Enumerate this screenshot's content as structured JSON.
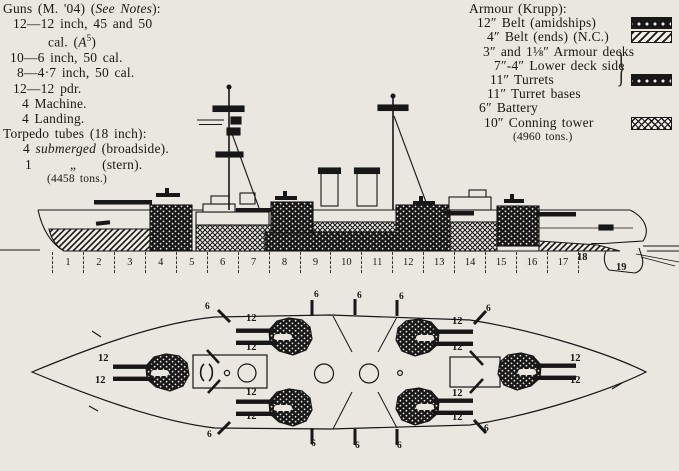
{
  "colors": {
    "paper": "#e9e7df",
    "ink": "#171717"
  },
  "guns": {
    "h_pre": "Guns (M. '04) (",
    "h_italic": "See Notes",
    "h_post": "):",
    "l1": "12—12 inch, 45 and 50",
    "l2_pre": "cal. (",
    "l2_it": "A",
    "l2_sup": "5",
    "l2_post": ")",
    "l3": "10—6 inch, 50 cal.",
    "l4": "8—4·7 inch, 50 cal.",
    "l5": "12—12 pdr.",
    "l6": "4 Machine.",
    "l7": "4 Landing."
  },
  "torpedo": {
    "heading": "Torpedo tubes (18 inch):",
    "l1_pre": "4 ",
    "l1_italic": "submerged",
    "l1_post": " (broadside).",
    "l2_num": "1",
    "l2_ditto": "„",
    "l2_post": "(stern).",
    "tons": "(4458 tons.)"
  },
  "armour": {
    "heading": "Armour (Krupp):",
    "items": [
      {
        "label": "12″ Belt (amidships)",
        "swatch": "dotted"
      },
      {
        "label": "4″ Belt (ends) (N.C.)",
        "swatch": "hatch"
      },
      {
        "label": "3″ and 1⅛″ Armour decks",
        "swatch": ""
      },
      {
        "label": "7″-4″ Lower deck side",
        "swatch": ""
      },
      {
        "label": "11″ Turrets",
        "swatch": "dotted"
      },
      {
        "label": "11″ Turret bases",
        "swatch": ""
      },
      {
        "label": "6″ Battery",
        "swatch": ""
      },
      {
        "label": "10″ Conning tower",
        "swatch": "crosshatch"
      }
    ],
    "bracket": "}",
    "tons": "(4960 tons.)"
  },
  "profile": {
    "stations": [
      "1",
      "2",
      "3",
      "4",
      "5",
      "6",
      "7",
      "8",
      "9",
      "10",
      "11",
      "12",
      "13",
      "14",
      "15",
      "16",
      "17"
    ],
    "station18": "18",
    "station19": "19"
  },
  "plan": {
    "twelve_labels": [
      "12",
      "12",
      "12",
      "12",
      "12",
      "12",
      "12",
      "12",
      "12",
      "12",
      "12",
      "12"
    ],
    "six_labels": [
      "6",
      "6",
      "6",
      "6",
      "6",
      "6",
      "6",
      "6",
      "6",
      "6"
    ]
  }
}
